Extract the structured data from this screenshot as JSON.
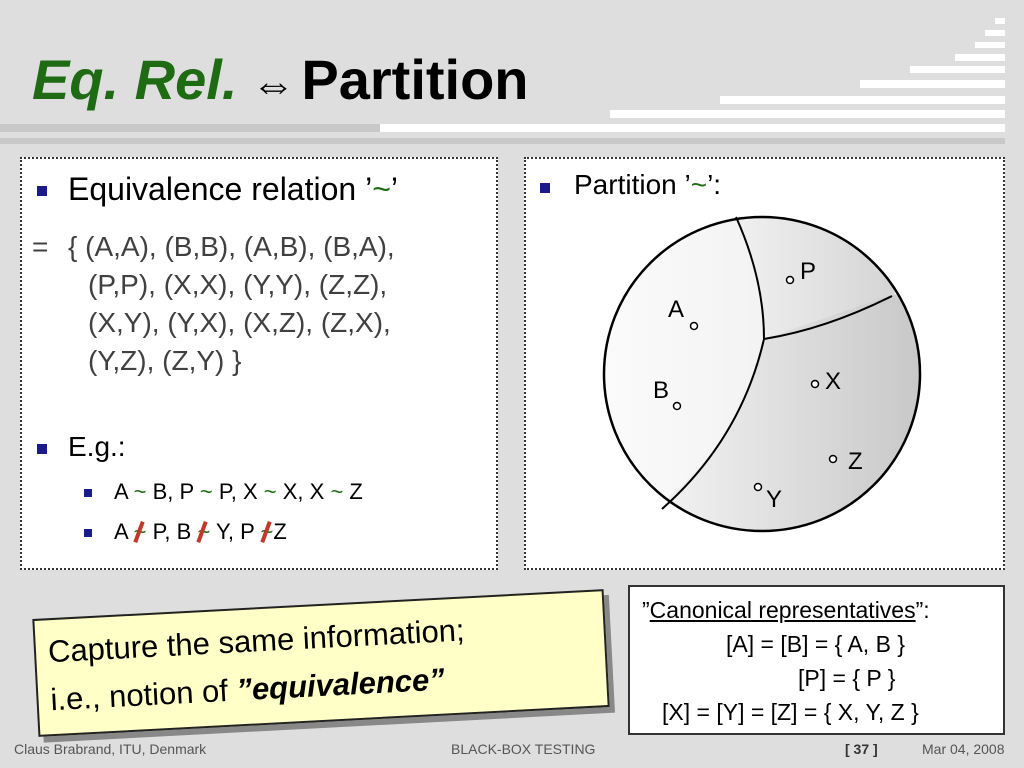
{
  "title": {
    "part1": "Eq. Rel.",
    "arrow": "⇔",
    "part2": "Partition"
  },
  "left": {
    "heading_text": "Equivalence relation ’",
    "heading_tilde": "~",
    "heading_close": "’",
    "eq_sign": "=",
    "set_lines": [
      "{ (A,A), (B,B), (A,B), (B,A),",
      "(P,P), (X,X), (Y,Y), (Z,Z),",
      "(X,Y), (Y,X), (X,Z), (Z,X),",
      "(Y,Z), (Z,Y) }"
    ],
    "eg_label": "E.g.:",
    "ex1": {
      "a": "A",
      "b": "B, P",
      "c": "P, X",
      "d": "X, X",
      "e": "Z",
      "tilde": "~"
    },
    "ex2": {
      "a": "A",
      "b": "P, B",
      "c": "Y, P",
      "d": "Z",
      "tilde": "~"
    }
  },
  "right": {
    "heading_text": "Partition ’",
    "heading_tilde": "~",
    "heading_close": "’:",
    "points": {
      "A": "A",
      "B": "B",
      "P": "P",
      "X": "X",
      "Y": "Y",
      "Z": "Z"
    }
  },
  "canonical": {
    "quote_open": "”",
    "title": "Canonical representatives",
    "quote_close": "”:",
    "line1": "[A] = [B] = { A, B }",
    "line2": "[P] = { P }",
    "line3": "[X] = [Y] = [Z] = { X, Y, Z }"
  },
  "note": {
    "line1": "Capture the same information;",
    "line2_prefix": "i.e., notion of ",
    "line2_emph": "”equivalence”"
  },
  "footer": {
    "author": "Claus Brabrand, ITU, Denmark",
    "course": "BLACK-BOX TESTING",
    "page": "[ 37 ]",
    "date": "Mar 04, 2008"
  },
  "colors": {
    "title_green": "#1f6b14",
    "bullet_blue": "#1a1a8c",
    "negation_red": "#c0392b",
    "note_yellow": "#ffffc8"
  }
}
